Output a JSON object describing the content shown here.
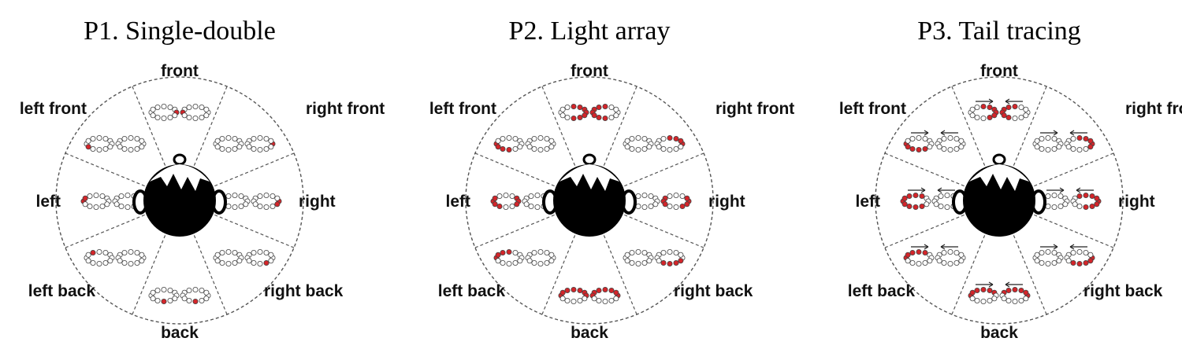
{
  "panels": [
    {
      "code": "P1",
      "name": ". Single-double",
      "pattern": "single-double"
    },
    {
      "code": "P2",
      "name": ". Light array",
      "pattern": "light-array"
    },
    {
      "code": "P3",
      "name": ". Tail tracing",
      "pattern": "tail-tracing"
    }
  ],
  "directions": {
    "front": "front",
    "right_front": "right front",
    "right": "right",
    "right_back": "right back",
    "back": "back",
    "left_back": "left back",
    "left": "left",
    "left_front": "left front"
  },
  "colors": {
    "led_on": "#d4252a",
    "led_off": "#ffffff",
    "line": "#555555",
    "head": "#000000"
  },
  "icons": {
    "head": "head-top-view-icon",
    "glasses": "led-glasses-icon",
    "arrow": "motion-arrow-icon"
  }
}
